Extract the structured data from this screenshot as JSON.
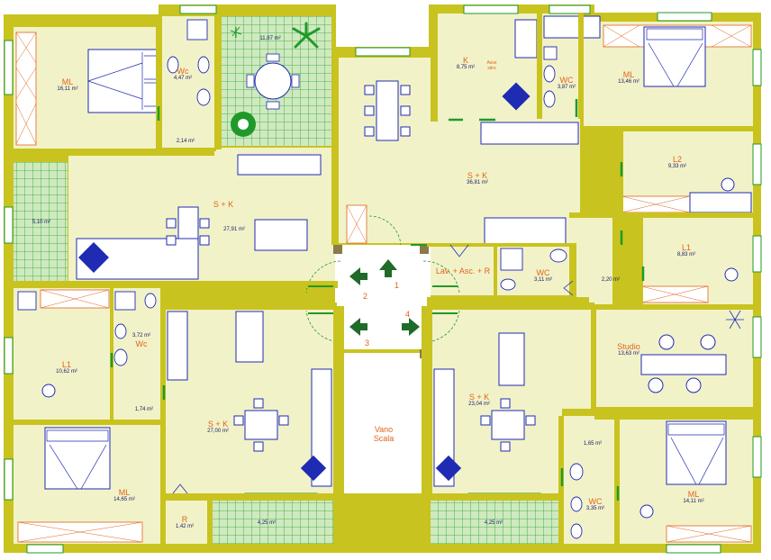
{
  "palette": {
    "wall": "#c9c31f",
    "floor": "#f2f2c8",
    "stair": "#ffffff",
    "terrace": "#cfe9c0",
    "furniture": "#1f2bb3",
    "accent_text": "#e0641e",
    "plant": "#1f9a2a"
  },
  "rooms": [
    {
      "id": "ml-nw",
      "name": "ML",
      "area": "16,11 m²"
    },
    {
      "id": "wc-nw",
      "name": "Wc",
      "area": "4,47 m²"
    },
    {
      "id": "terrace-n",
      "name": "",
      "area": "11,87 m²"
    },
    {
      "id": "corridor-nw",
      "name": "",
      "area": "2,14 m²"
    },
    {
      "id": "balcony-w",
      "name": "",
      "area": "5,10 m²"
    },
    {
      "id": "sk-nw",
      "name": "S + K",
      "area": "27,91 m²"
    },
    {
      "id": "k-ne",
      "name": "K",
      "area": "8,75 m²"
    },
    {
      "id": "wc-ne",
      "name": "WC",
      "area": "3,87 m²"
    },
    {
      "id": "ml-ne",
      "name": "ML",
      "area": "13,46 m²"
    },
    {
      "id": "sk-ne",
      "name": "S + K",
      "area": "36,81 m²"
    },
    {
      "id": "l2-e",
      "name": "L2",
      "area": "9,33 m²"
    },
    {
      "id": "l1-e",
      "name": "L1",
      "area": "8,83 m²"
    },
    {
      "id": "wc-e",
      "name": "WC",
      "area": "3,11 m²"
    },
    {
      "id": "corridor-e",
      "name": "",
      "area": "2,20 m²"
    },
    {
      "id": "lav",
      "name": "Lav. + Asc. + R",
      "area": ""
    },
    {
      "id": "studio",
      "name": "Studio",
      "area": "13,63 m²"
    },
    {
      "id": "wc-w",
      "name": "Wc",
      "area": "3,72 m²"
    },
    {
      "id": "l1-w",
      "name": "L1",
      "area": "10,62 m²"
    },
    {
      "id": "corridor-w",
      "name": "",
      "area": "1,74 m²"
    },
    {
      "id": "ml-sw",
      "name": "ML",
      "area": "14,65 m²"
    },
    {
      "id": "sk-sw",
      "name": "S + K",
      "area": "27,00 m²"
    },
    {
      "id": "r-s",
      "name": "R",
      "area": "1,42 m²"
    },
    {
      "id": "terrace-sw",
      "name": "",
      "area": "4,25 m²"
    },
    {
      "id": "vano",
      "name": "Vano\nScala",
      "area": ""
    },
    {
      "id": "sk-se",
      "name": "S + K",
      "area": "23,04 m²"
    },
    {
      "id": "terrace-se",
      "name": "",
      "area": "4,25 m²"
    },
    {
      "id": "corridor-se",
      "name": "",
      "area": "1,65 m²"
    },
    {
      "id": "wc-se",
      "name": "WC",
      "area": "3,35 m²"
    },
    {
      "id": "ml-se",
      "name": "ML",
      "area": "14,11 m²"
    }
  ],
  "landing_numbers": [
    "1",
    "2",
    "3",
    "4"
  ],
  "notes": {
    "asse_stiro": "Asse\nstiro"
  }
}
